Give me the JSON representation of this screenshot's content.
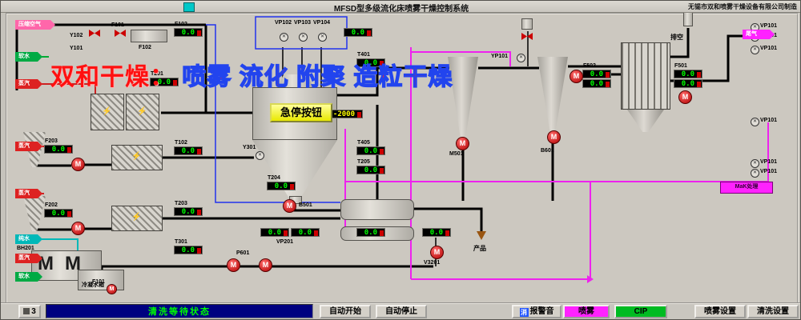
{
  "window": {
    "title": "MFSD型多级流化床喷雾干燥控制系统",
    "manufacturer": "无锡市双和喷雾干燥设备有限公司制造"
  },
  "watermark": {
    "prefix": "双和干燥：",
    "rest": "喷雾 流化 附聚 造粒干燥"
  },
  "estop": "急停按钮",
  "valve_letter": "M",
  "icons": {
    "lightning": "⚡",
    "fan": "✕"
  },
  "sources": [
    {
      "label": "压缩空气",
      "color": "#ff66aa"
    },
    {
      "label": "软水",
      "color": "#00aa44"
    },
    {
      "label": "蒸汽",
      "color": "#dd2222"
    },
    {
      "label": "蒸汽",
      "color": "#dd2222"
    },
    {
      "label": "蒸汽",
      "color": "#dd2222"
    },
    {
      "label": "纯水",
      "color": "#00b8b8"
    },
    {
      "label": "蒸汽",
      "color": "#dd2222"
    },
    {
      "label": "软水",
      "color": "#00aa44"
    }
  ],
  "outputs": {
    "vent": "排空",
    "exhaust": "尾气",
    "product": "产品",
    "cip_dest": "MaK处理"
  },
  "tags": {
    "f101": "F101",
    "f102": "F102",
    "y101": "Y101",
    "y102": "Y102",
    "y301": "Y301",
    "vp101": "VP101",
    "vp102": "VP102",
    "vp103": "VP103",
    "vp104": "VP104",
    "yp101": "YP101",
    "vp201": "VP201",
    "v3201": "V3201",
    "b501": "B501",
    "b601": "B601",
    "m501": "M501",
    "p601": "P601",
    "bh201": "BH201",
    "cond_tank": "冷凝水箱"
  },
  "displays": [
    {
      "tag": "F102",
      "value": "0.0"
    },
    {
      "tag": "",
      "value": "0.0"
    },
    {
      "tag": "T401",
      "value": "0.0"
    },
    {
      "tag": "T201",
      "value": "0.0"
    },
    {
      "tag": "",
      "value": "-2000"
    },
    {
      "tag": "T102",
      "value": "0.0"
    },
    {
      "tag": "T405",
      "value": "0.0"
    },
    {
      "tag": "T205",
      "value": "0.0"
    },
    {
      "tag": "T204",
      "value": "0.0"
    },
    {
      "tag": "T203",
      "value": "0.0"
    },
    {
      "tag": "T301",
      "value": "0.0"
    },
    {
      "tag": "F203",
      "value": "0.0"
    },
    {
      "tag": "F202",
      "value": "0.0"
    },
    {
      "tag": "",
      "value": "0.0"
    },
    {
      "tag": "",
      "value": "0.0"
    },
    {
      "tag": "",
      "value": "0.0"
    },
    {
      "tag": "",
      "value": "0.0"
    },
    {
      "tag": "F502",
      "value": "0.0"
    },
    {
      "tag": "",
      "value": "0.0"
    },
    {
      "tag": "F501",
      "value": "0.0"
    },
    {
      "tag": "",
      "value": "0.0"
    }
  ],
  "statusbar": {
    "page": "3",
    "text": "清洗等待状态"
  },
  "buttons": {
    "auto_start": "自动开始",
    "auto_stop": "自动停止",
    "alarm_icon": "消",
    "alarm_mute": "报警音",
    "spray": "喷雾",
    "cip": "CIP",
    "spray_setting": "喷雾设置",
    "clean_setting": "清洗设置"
  },
  "colors": {
    "status_bg": "#000080",
    "status_text": "#00ff00",
    "spray_bg": "#ff22ff",
    "cip_bg": "#00bb22",
    "cip_line": "#ee22ee",
    "display_text": "#00ff00",
    "alarm_value": "#ffff00"
  }
}
